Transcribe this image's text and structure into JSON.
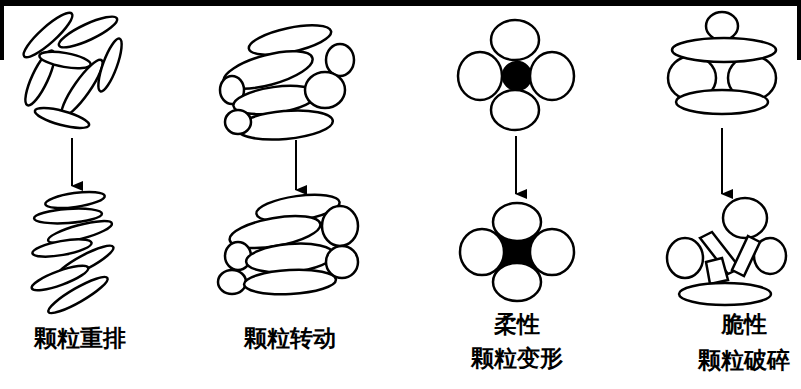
{
  "diagram": {
    "labels": [
      "颗粒重排",
      "颗粒转动",
      "柔性",
      "颗粒变形",
      "脆性",
      "颗粒破碎"
    ]
  }
}
